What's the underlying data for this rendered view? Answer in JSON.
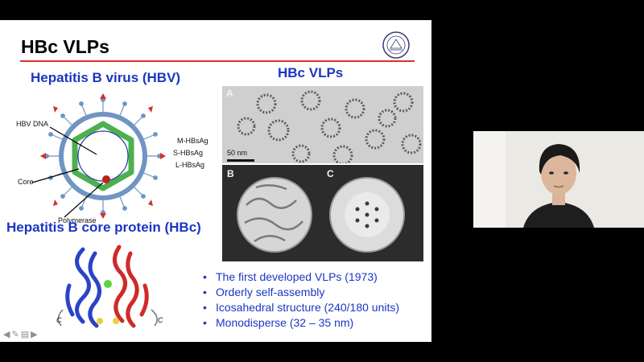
{
  "slide": {
    "title": "HBc VLPs",
    "hbv_heading": "Hepatitis B virus (HBV)",
    "vlp_heading": "HBc VLPs",
    "core_heading": "Hepatitis B core protein (HBc)",
    "diagram_labels": {
      "dna": "HBV DNA",
      "core": "Core",
      "polymerase": "Polymerase",
      "m_hbsag": "M-HBsAg",
      "s_hbsag": "S-HBsAg",
      "l_hbsag": "L-HBsAg"
    },
    "em_panels": {
      "a": "A",
      "b": "B",
      "c": "C",
      "scale": "50 nm"
    },
    "bullets": [
      "The first developed VLPs (1973)",
      "Orderly self-assembly",
      "Icosahedral structure (240/180 units)",
      "Monodisperse (32 – 35 nm)"
    ],
    "protein_labels": {
      "left": "C",
      "right": "C"
    }
  },
  "nav_icons": [
    "arrow-left-icon",
    "pen-icon",
    "menu-icon",
    "arrow-right-icon"
  ],
  "colors": {
    "heading": "#1a36c4",
    "rule": "#d9302a",
    "capsid": "#4cb050",
    "envelope": "#6f95c3"
  }
}
